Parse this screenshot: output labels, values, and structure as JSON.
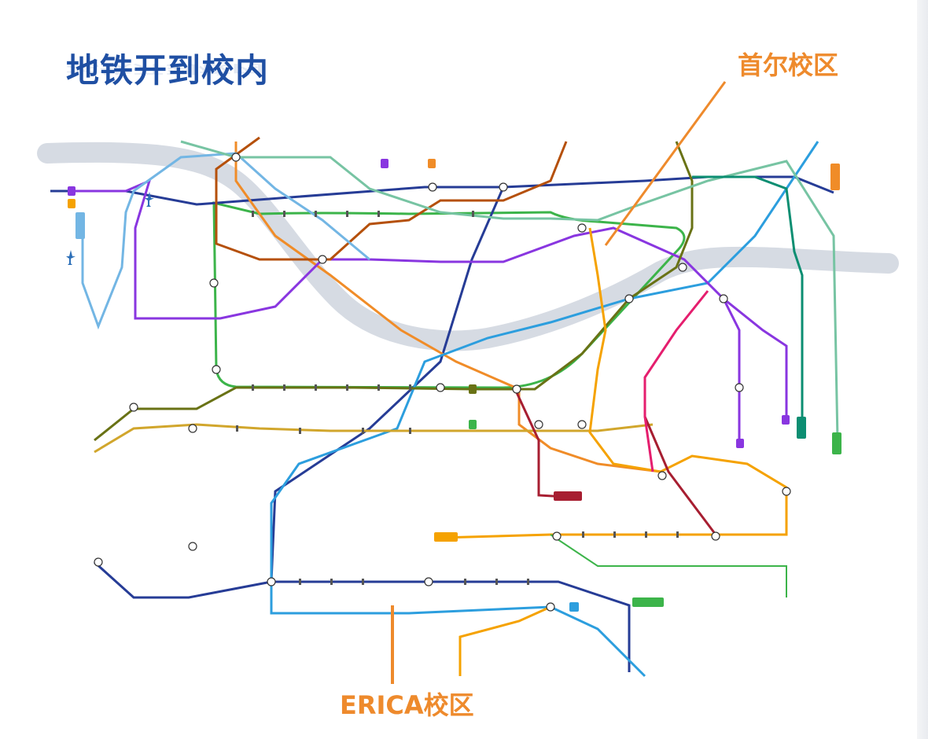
{
  "title": "地铁开到校内",
  "callouts": {
    "seoul_campus": "首尔校区",
    "erica_campus": "ERICA校区"
  },
  "colors": {
    "title": "#1f4fa3",
    "callout": "#ee8a2c",
    "line1": "#263c96",
    "line2": "#3cb44a",
    "line3": "#f08c28",
    "line4": "#2c9ede",
    "line5": "#8936e0",
    "line6": "#b5500b",
    "line7": "#697215",
    "line8": "#e51e6e",
    "line9": "#d1a62c",
    "suin_bundang": "#f5a200",
    "shinbundang": "#a71e31",
    "gyeongui": "#77c4a3",
    "airport": "#73b6e4",
    "gyeongchun": "#0c8e72",
    "river": "#d6dbe3"
  }
}
